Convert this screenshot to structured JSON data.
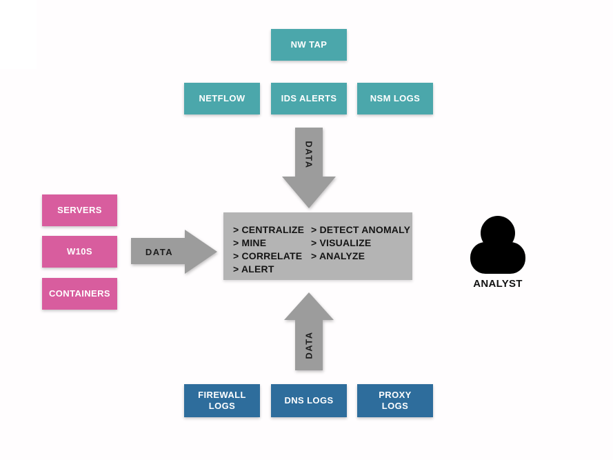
{
  "colors": {
    "background": "#fffdfe",
    "teal_node": "#4ba7ab",
    "pink_node": "#d85d9e",
    "blue_node": "#2e6d9c",
    "arrow_gray": "#9c9c9c",
    "process_box_gray": "#b4b4b4",
    "node_text": "#ffffff",
    "dark_text": "#1c1c1c"
  },
  "nodes": {
    "nw_tap": {
      "label": "NW TAP"
    },
    "netflow": {
      "label": "NETFLOW"
    },
    "ids_alerts": {
      "label": "IDS ALERTS"
    },
    "nsm_logs": {
      "label": "NSM LOGS"
    },
    "servers": {
      "label": "SERVERS"
    },
    "w10s": {
      "label": "W10S"
    },
    "containers": {
      "label": "CONTAINERS"
    },
    "firewall_logs": {
      "lines": [
        "FIREWALL",
        "LOGS"
      ]
    },
    "dns_logs": {
      "lines": [
        "DNS LOGS"
      ]
    },
    "proxy_logs": {
      "lines": [
        "PROXY",
        "LOGS"
      ]
    }
  },
  "arrows": {
    "down": {
      "label": "DATA",
      "direction": "down"
    },
    "right": {
      "label": "DATA",
      "direction": "right"
    },
    "up": {
      "label": "DATA",
      "direction": "up"
    }
  },
  "process_box": {
    "column_one": [
      "> CENTRALIZE",
      "> MINE",
      "> CORRELATE",
      "> ALERT"
    ],
    "column_two": [
      "> DETECT ANOMALY",
      "> VISUALIZE",
      "> ANALYZE"
    ]
  },
  "analyst": {
    "icon": "person-icon",
    "label": "ANALYST"
  }
}
